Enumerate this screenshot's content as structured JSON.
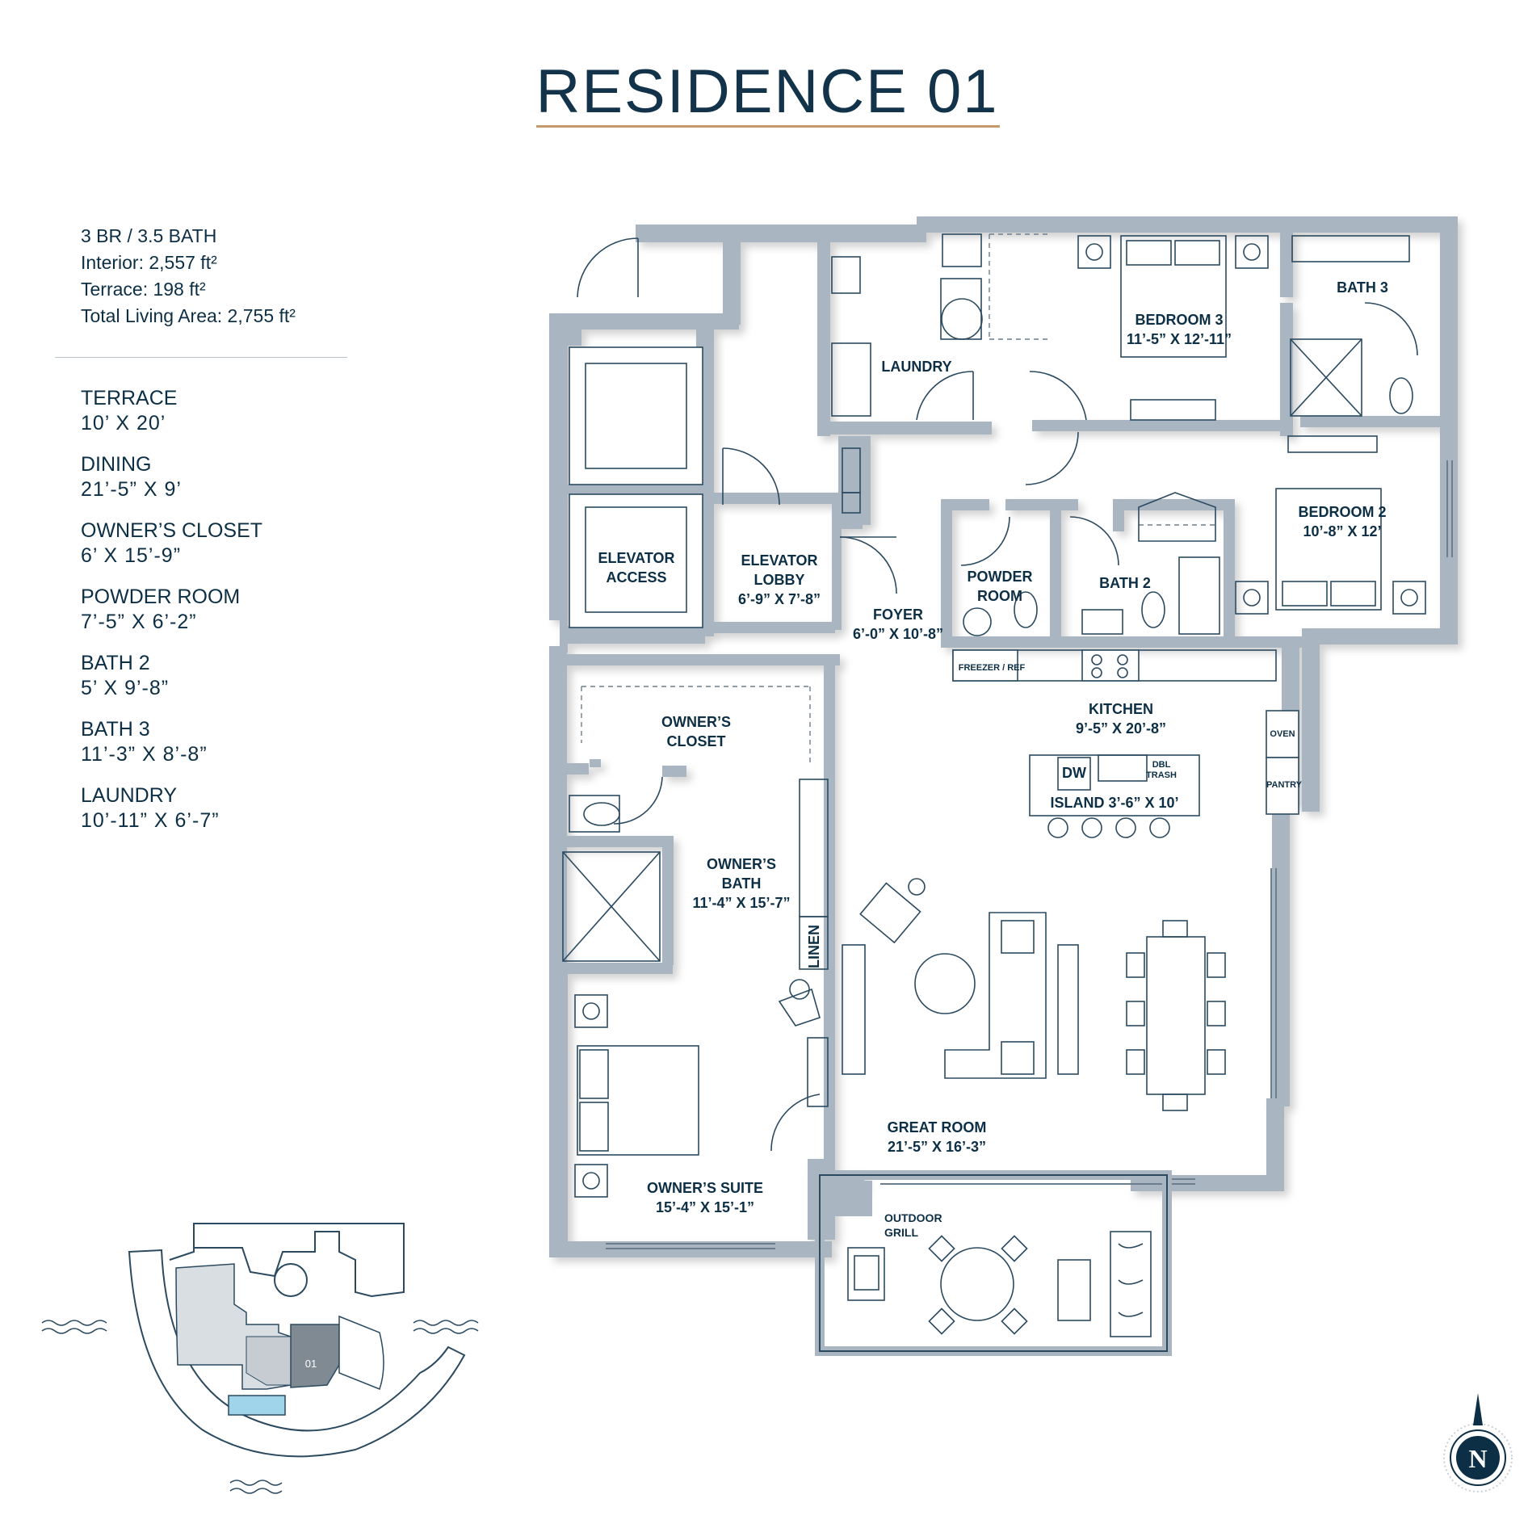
{
  "title": "RESIDENCE 01",
  "summary": {
    "line1": "3 BR / 3.5 BATH",
    "line2": "Interior: 2,557 ft²",
    "line3": "Terrace: 198 ft²",
    "line4": "Total Living Area: 2,755 ft²"
  },
  "room_specs": [
    {
      "name": "TERRACE",
      "dim": "10’ X 20’"
    },
    {
      "name": "DINING",
      "dim": "21’-5” X 9’"
    },
    {
      "name": "OWNER’S CLOSET",
      "dim": "6’ X 15’-9”"
    },
    {
      "name": "POWDER ROOM",
      "dim": "7’-5” X 6’-2”"
    },
    {
      "name": "BATH 2",
      "dim": "5’ X 9’-8”"
    },
    {
      "name": "BATH 3",
      "dim": "11’-3” X 8’-8”"
    },
    {
      "name": "LAUNDRY",
      "dim": "10’-11” X 6’-7”"
    }
  ],
  "plan": {
    "laundry": "LAUNDRY",
    "bedroom3": "BEDROOM 3",
    "bedroom3_dim": "11’-5” X 12’-11”",
    "bath3": "BATH 3",
    "elevator_access_1": "ELEVATOR",
    "elevator_access_2": "ACCESS",
    "elevator_lobby_1": "ELEVATOR",
    "elevator_lobby_2": "LOBBY",
    "elevator_lobby_dim": "6’-9” X 7’-8”",
    "foyer": "FOYER",
    "foyer_dim": "6’-0” X 10’-8”",
    "powder_1": "POWDER",
    "powder_2": "ROOM",
    "bath2": "BATH 2",
    "bedroom2": "BEDROOM 2",
    "bedroom2_dim": "10’-8” X 12’",
    "freezer": "FREEZER / REF",
    "kitchen": "KITCHEN",
    "kitchen_dim": "9’-5” X 20’-8”",
    "oven": "OVEN",
    "pantry": "PANTRY",
    "dw": "DW",
    "dbl": "DBL",
    "trash": "TRASH",
    "island": "ISLAND 3’-6” X 10’",
    "owners_closet_1": "OWNER’S",
    "owners_closet_2": "CLOSET",
    "owners_bath_1": "OWNER’S",
    "owners_bath_2": "BATH",
    "owners_bath_dim": "11’-4” X 15’-7”",
    "linen": "LINEN",
    "great_room": "GREAT ROOM",
    "great_room_dim": "21’-5” X 16’-3”",
    "owners_suite": "OWNER’S SUITE",
    "owners_suite_dim": "15’-4” X 15’-1”",
    "outdoor_grill_1": "OUTDOOR",
    "outdoor_grill_2": "GRILL"
  },
  "keyplan": {
    "unit_label": "01"
  },
  "compass": {
    "north": "N"
  },
  "colors": {
    "navy": "#0d2f45",
    "wall": "#a9b6c2",
    "accent": "#c49a6c",
    "pool": "#9fd4ea",
    "unit_highlight": "#7f8a93"
  }
}
